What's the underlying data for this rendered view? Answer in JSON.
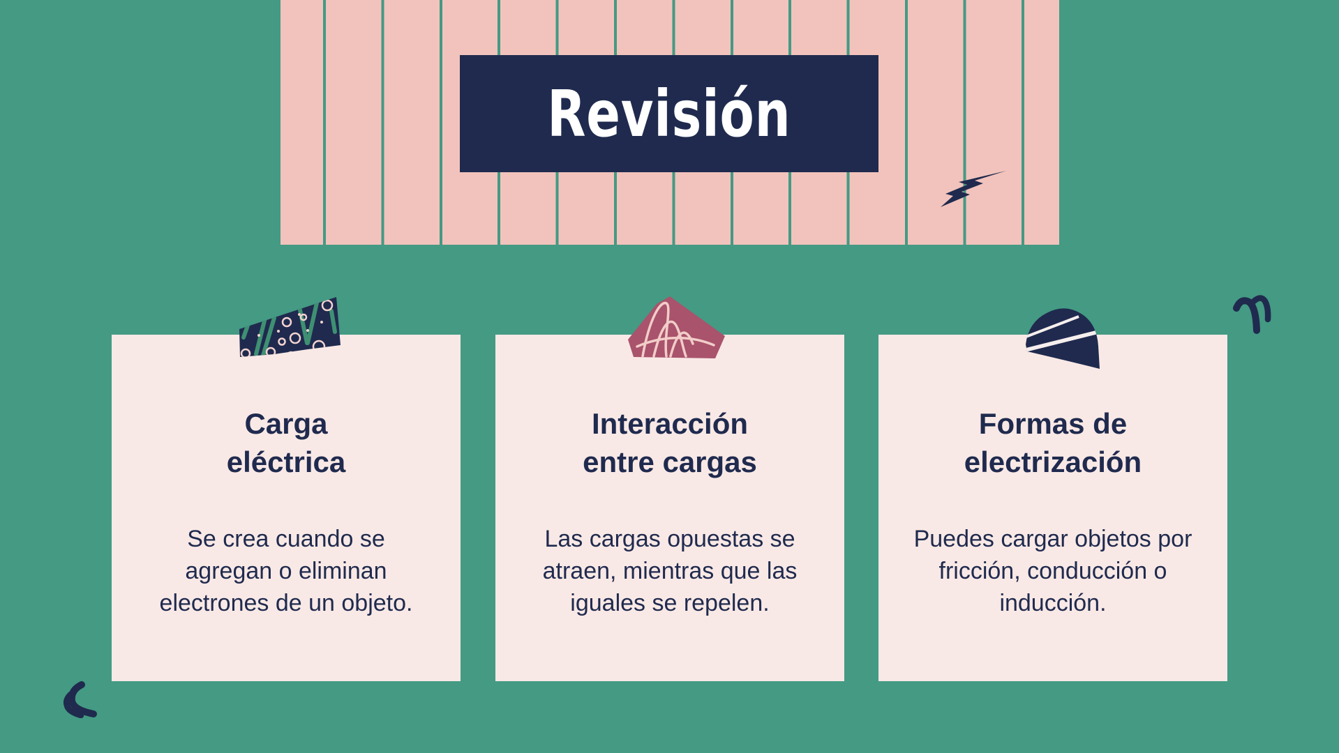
{
  "slide": {
    "title": "Revisión",
    "colors": {
      "background": "#449a83",
      "banner_pink": "#f2c3bc",
      "navy": "#1f2a4e",
      "card_pink": "#f9e9e6",
      "tape_maroon": "#a9536c",
      "tape_scribble_pink": "#f2cdc9",
      "tape_green": "#3f9073",
      "title_text": "#ffffff"
    }
  },
  "icons": {
    "lightning": "lightning-bolt-icon",
    "tape_card1": "washi-tape-dotted-icon",
    "tape_card2": "washi-tape-scribble-icon",
    "tape_card3": "dome-sticker-icon",
    "accent_top_right": "double-stroke-icon",
    "accent_bottom_left": "double-stroke-icon"
  },
  "cards": [
    {
      "title": "Carga\neléctrica",
      "body": "Se crea cuando se\nagregan o eliminan\nelectrones de un objeto."
    },
    {
      "title": "Interacción\nentre cargas",
      "body": "Las cargas opuestas se\natraen, mientras que las\niguales se repelen."
    },
    {
      "title": "Formas de\nelectrización",
      "body": "Puedes cargar objetos por\nfricción, conducción o\ninducción."
    }
  ]
}
